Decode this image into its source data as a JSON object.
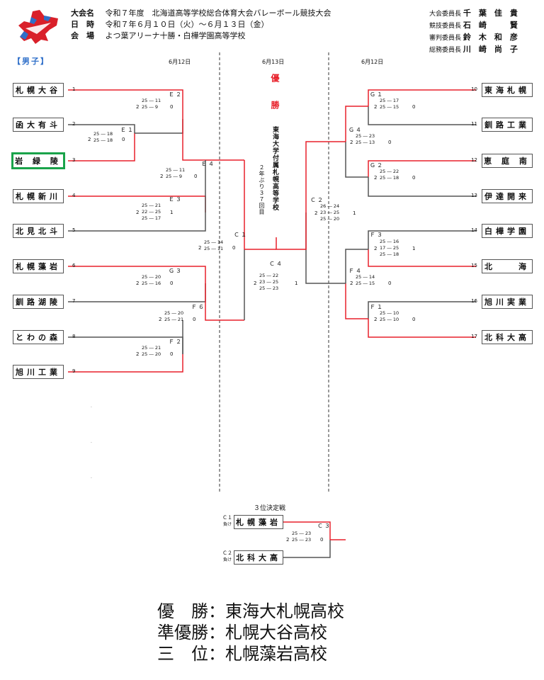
{
  "header": {
    "lines": [
      {
        "label": "大会名",
        "value": "令和７年度　北海道高等学校総合体育大会バレーボール競技大会"
      },
      {
        "label": "日　時",
        "value": "令和７年６月１０日（火）～６月１３日（金）"
      },
      {
        "label": "会　場",
        "value": "よつ葉アリーナ十勝・白樺学園高等学校"
      }
    ],
    "officials": [
      {
        "role": "大会委員長",
        "name": "千　葉　佳　貴"
      },
      {
        "role": "競技委員長",
        "name": "石　崎　　　賢"
      },
      {
        "role": "審判委員長",
        "name": "鈴　木　和　彦"
      },
      {
        "role": "総務委員長",
        "name": "川　崎　尚　子"
      }
    ],
    "division": "【男子】"
  },
  "dates": {
    "left": "6月12日",
    "center": "6月13日",
    "right": "6月12日"
  },
  "teams": [
    {
      "no": "1",
      "name": "札幌大谷"
    },
    {
      "no": "2",
      "name": "函大有斗"
    },
    {
      "no": "3",
      "name": "岩 緑 陵"
    },
    {
      "no": "4",
      "name": "札幌新川"
    },
    {
      "no": "5",
      "name": "北見北斗"
    },
    {
      "no": "6",
      "name": "札幌藻岩"
    },
    {
      "no": "7",
      "name": "釧路湖陵"
    },
    {
      "no": "8",
      "name": "とわの森"
    },
    {
      "no": "9",
      "name": "旭川工業"
    },
    {
      "no": "10",
      "name": "東海札幌"
    },
    {
      "no": "11",
      "name": "釧路工業"
    },
    {
      "no": "12",
      "name": "恵 庭 南"
    },
    {
      "no": "13",
      "name": "伊達開来"
    },
    {
      "no": "14",
      "name": "白樺学園"
    },
    {
      "no": "15",
      "name": "北　　海"
    },
    {
      "no": "16",
      "name": "旭川実業"
    },
    {
      "no": "17",
      "name": "北科大高"
    }
  ],
  "matches": {
    "E1": {
      "label": "Ｅ１",
      "score": "25 ― 18\n25 ― 18",
      "w": "2",
      "l": "0"
    },
    "E2": {
      "label": "Ｅ２",
      "score": "25 ― 11\n25 ― 9",
      "w": "2",
      "l": "0"
    },
    "E3": {
      "label": "Ｅ３",
      "score": "25 ― 21\n22 ― 25\n25 ― 17",
      "w": "2",
      "l": "1"
    },
    "E4": {
      "label": "Ｅ４",
      "score": "25 ― 11\n25 ― 9",
      "w": "2",
      "l": "0"
    },
    "G3": {
      "label": "Ｇ３",
      "score": "25 ― 20\n25 ― 16",
      "w": "2",
      "l": "0"
    },
    "F2": {
      "label": "Ｆ２",
      "score": "25 ― 21\n25 ― 20",
      "w": "2",
      "l": "0"
    },
    "F6": {
      "label": "Ｆ６",
      "score": "25 ― 20\n25 ― 21",
      "w": "2",
      "l": "0"
    },
    "C1": {
      "label": "Ｃ１",
      "score": "25 ― 14\n25 ― 11",
      "w": "2",
      "l": "0"
    },
    "C4": {
      "label": "Ｃ４",
      "score": "25 ― 22\n23 ― 25\n25 ― 23",
      "w": "2",
      "l": "1"
    },
    "C2": {
      "label": "Ｃ２",
      "score": "26 ― 24\n23 ― 25\n25 ― 20",
      "w": "2",
      "l": "1"
    },
    "G1": {
      "label": "Ｇ１",
      "score": "25 ― 17\n25 ― 15",
      "w": "2",
      "l": "0"
    },
    "G4": {
      "label": "Ｇ４",
      "score": "25 ― 23\n25 ― 13",
      "w": "2",
      "l": "0"
    },
    "G2": {
      "label": "Ｇ２",
      "score": "25 ― 22\n25 ― 18",
      "w": "2",
      "l": "0"
    },
    "F3": {
      "label": "Ｆ３",
      "score": "25 ― 16\n17 ― 25\n25 ― 18",
      "w": "2",
      "l": "1"
    },
    "F4": {
      "label": "Ｆ４",
      "score": "25 ― 14\n25 ― 15",
      "w": "2",
      "l": "0"
    },
    "F1": {
      "label": "Ｆ１",
      "score": "25 ― 10\n25 ― 10",
      "w": "2",
      "l": "0"
    }
  },
  "champion": {
    "title": "優勝",
    "school": "東海大学付属札幌高等学校",
    "note": "２年ぶり３７回目"
  },
  "third_place": {
    "title": "３位決定戦",
    "match": {
      "label": "Ｃ３",
      "score": "25 ― 23\n25 ― 23",
      "w": "2",
      "l": "0"
    },
    "team1": {
      "tag": "Ｃ１",
      "sub": "負け",
      "name": "札幌藻岩"
    },
    "team2": {
      "tag": "Ｃ２",
      "sub": "負け",
      "name": "北科大高"
    }
  },
  "summary": [
    "優　勝：東海大札幌高校",
    "準優勝：札幌大谷高校",
    "三　位：札幌藻岩高校"
  ],
  "colors": {
    "winner_line": "#e8212b",
    "loser_line": "#555555",
    "highlight_box": "#1aa34a",
    "logo_red": "#d9202a",
    "logo_blue": "#2f6fc9"
  }
}
